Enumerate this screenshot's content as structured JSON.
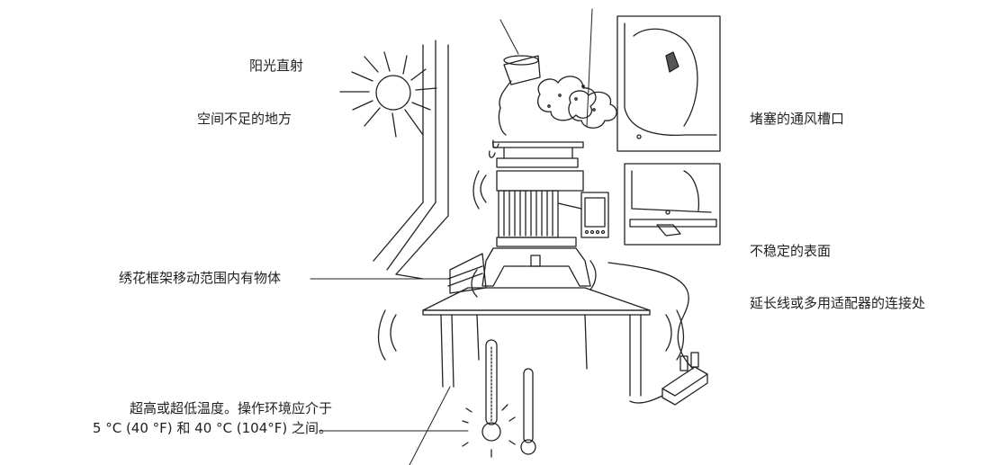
{
  "labels": {
    "sunlight": "阳光直射",
    "insufficient_space": "空间不足的地方",
    "blocked_vents": "堵塞的通风槽口",
    "unstable_surface": "不稳定的表面",
    "objects_in_hoop_range": "绣花框架移动范围内有物体",
    "extension_cord": "延长线或多用适配器的连接处",
    "temperature_line1": "超高或超低温度。操作环境应介于",
    "temperature_line2": "5 °C (40 °F) 和 40 °C (104°F) 之间。"
  },
  "icons": [
    "sun-icon",
    "water-cup-icon",
    "thermometer-icon",
    "power-strip-icon",
    "embroidery-machine-icon"
  ]
}
